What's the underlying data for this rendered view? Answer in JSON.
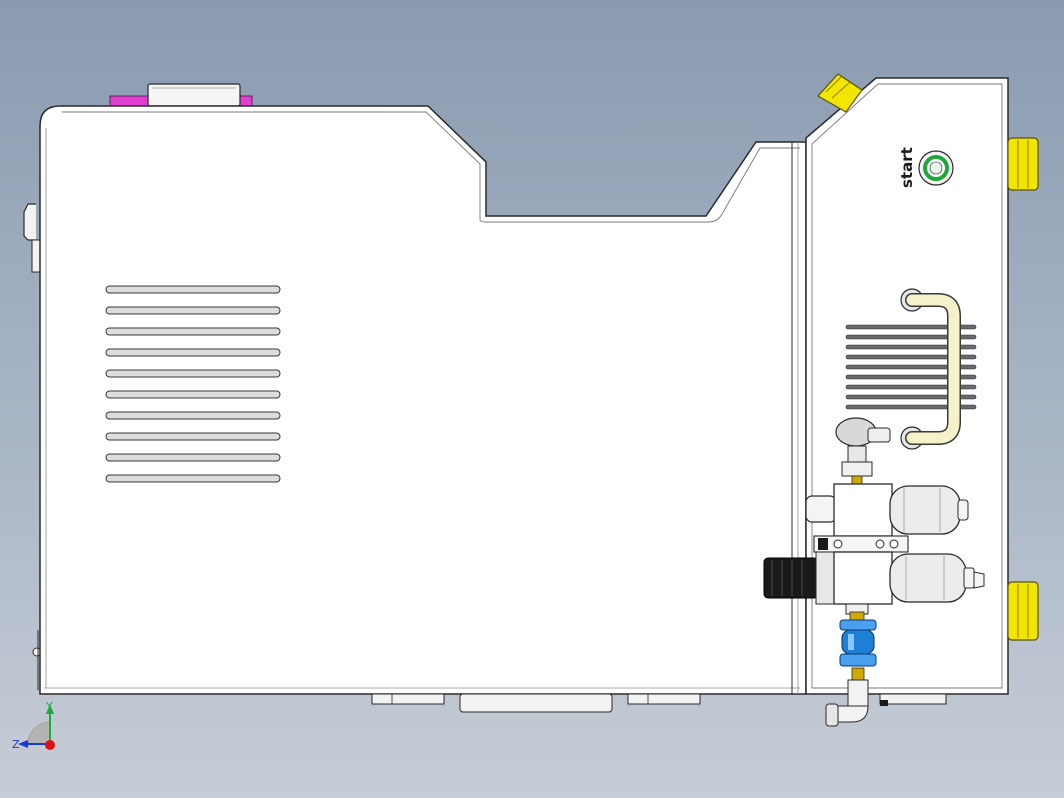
{
  "panel": {
    "start_label": "start"
  },
  "triad": {
    "y_label": "Y",
    "z_label": "Z"
  },
  "colors": {
    "background_top": "#8a9bb0",
    "background_bottom": "#c7cdd6",
    "body": "#ffffff",
    "outline": "#2a2a2a",
    "yellow_fitting": "#f2e600",
    "magenta_part": "#e040d0",
    "blue_filter": "#1e7fd6",
    "green_button_ring": "#1fa83a",
    "cream_handle": "#f5f1c9"
  },
  "icons": [
    "start-button-icon",
    "axis-triad-icon"
  ]
}
